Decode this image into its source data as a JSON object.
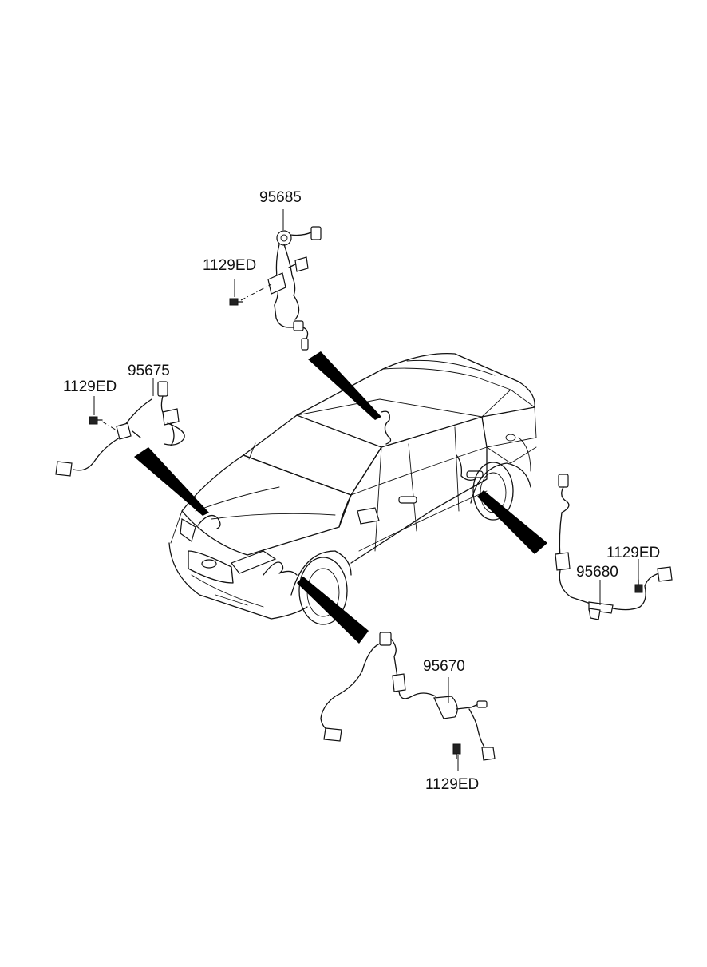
{
  "callouts": {
    "rear_left_sensor": {
      "part_number": "95685",
      "bolt_number": "1129ED"
    },
    "front_left_sensor": {
      "part_number": "95675",
      "bolt_number": "1129ED"
    },
    "rear_right_sensor": {
      "part_number": "95680",
      "bolt_number": "1129ED"
    },
    "front_right_sensor": {
      "part_number": "95670",
      "bolt_number": "1129ED"
    }
  }
}
